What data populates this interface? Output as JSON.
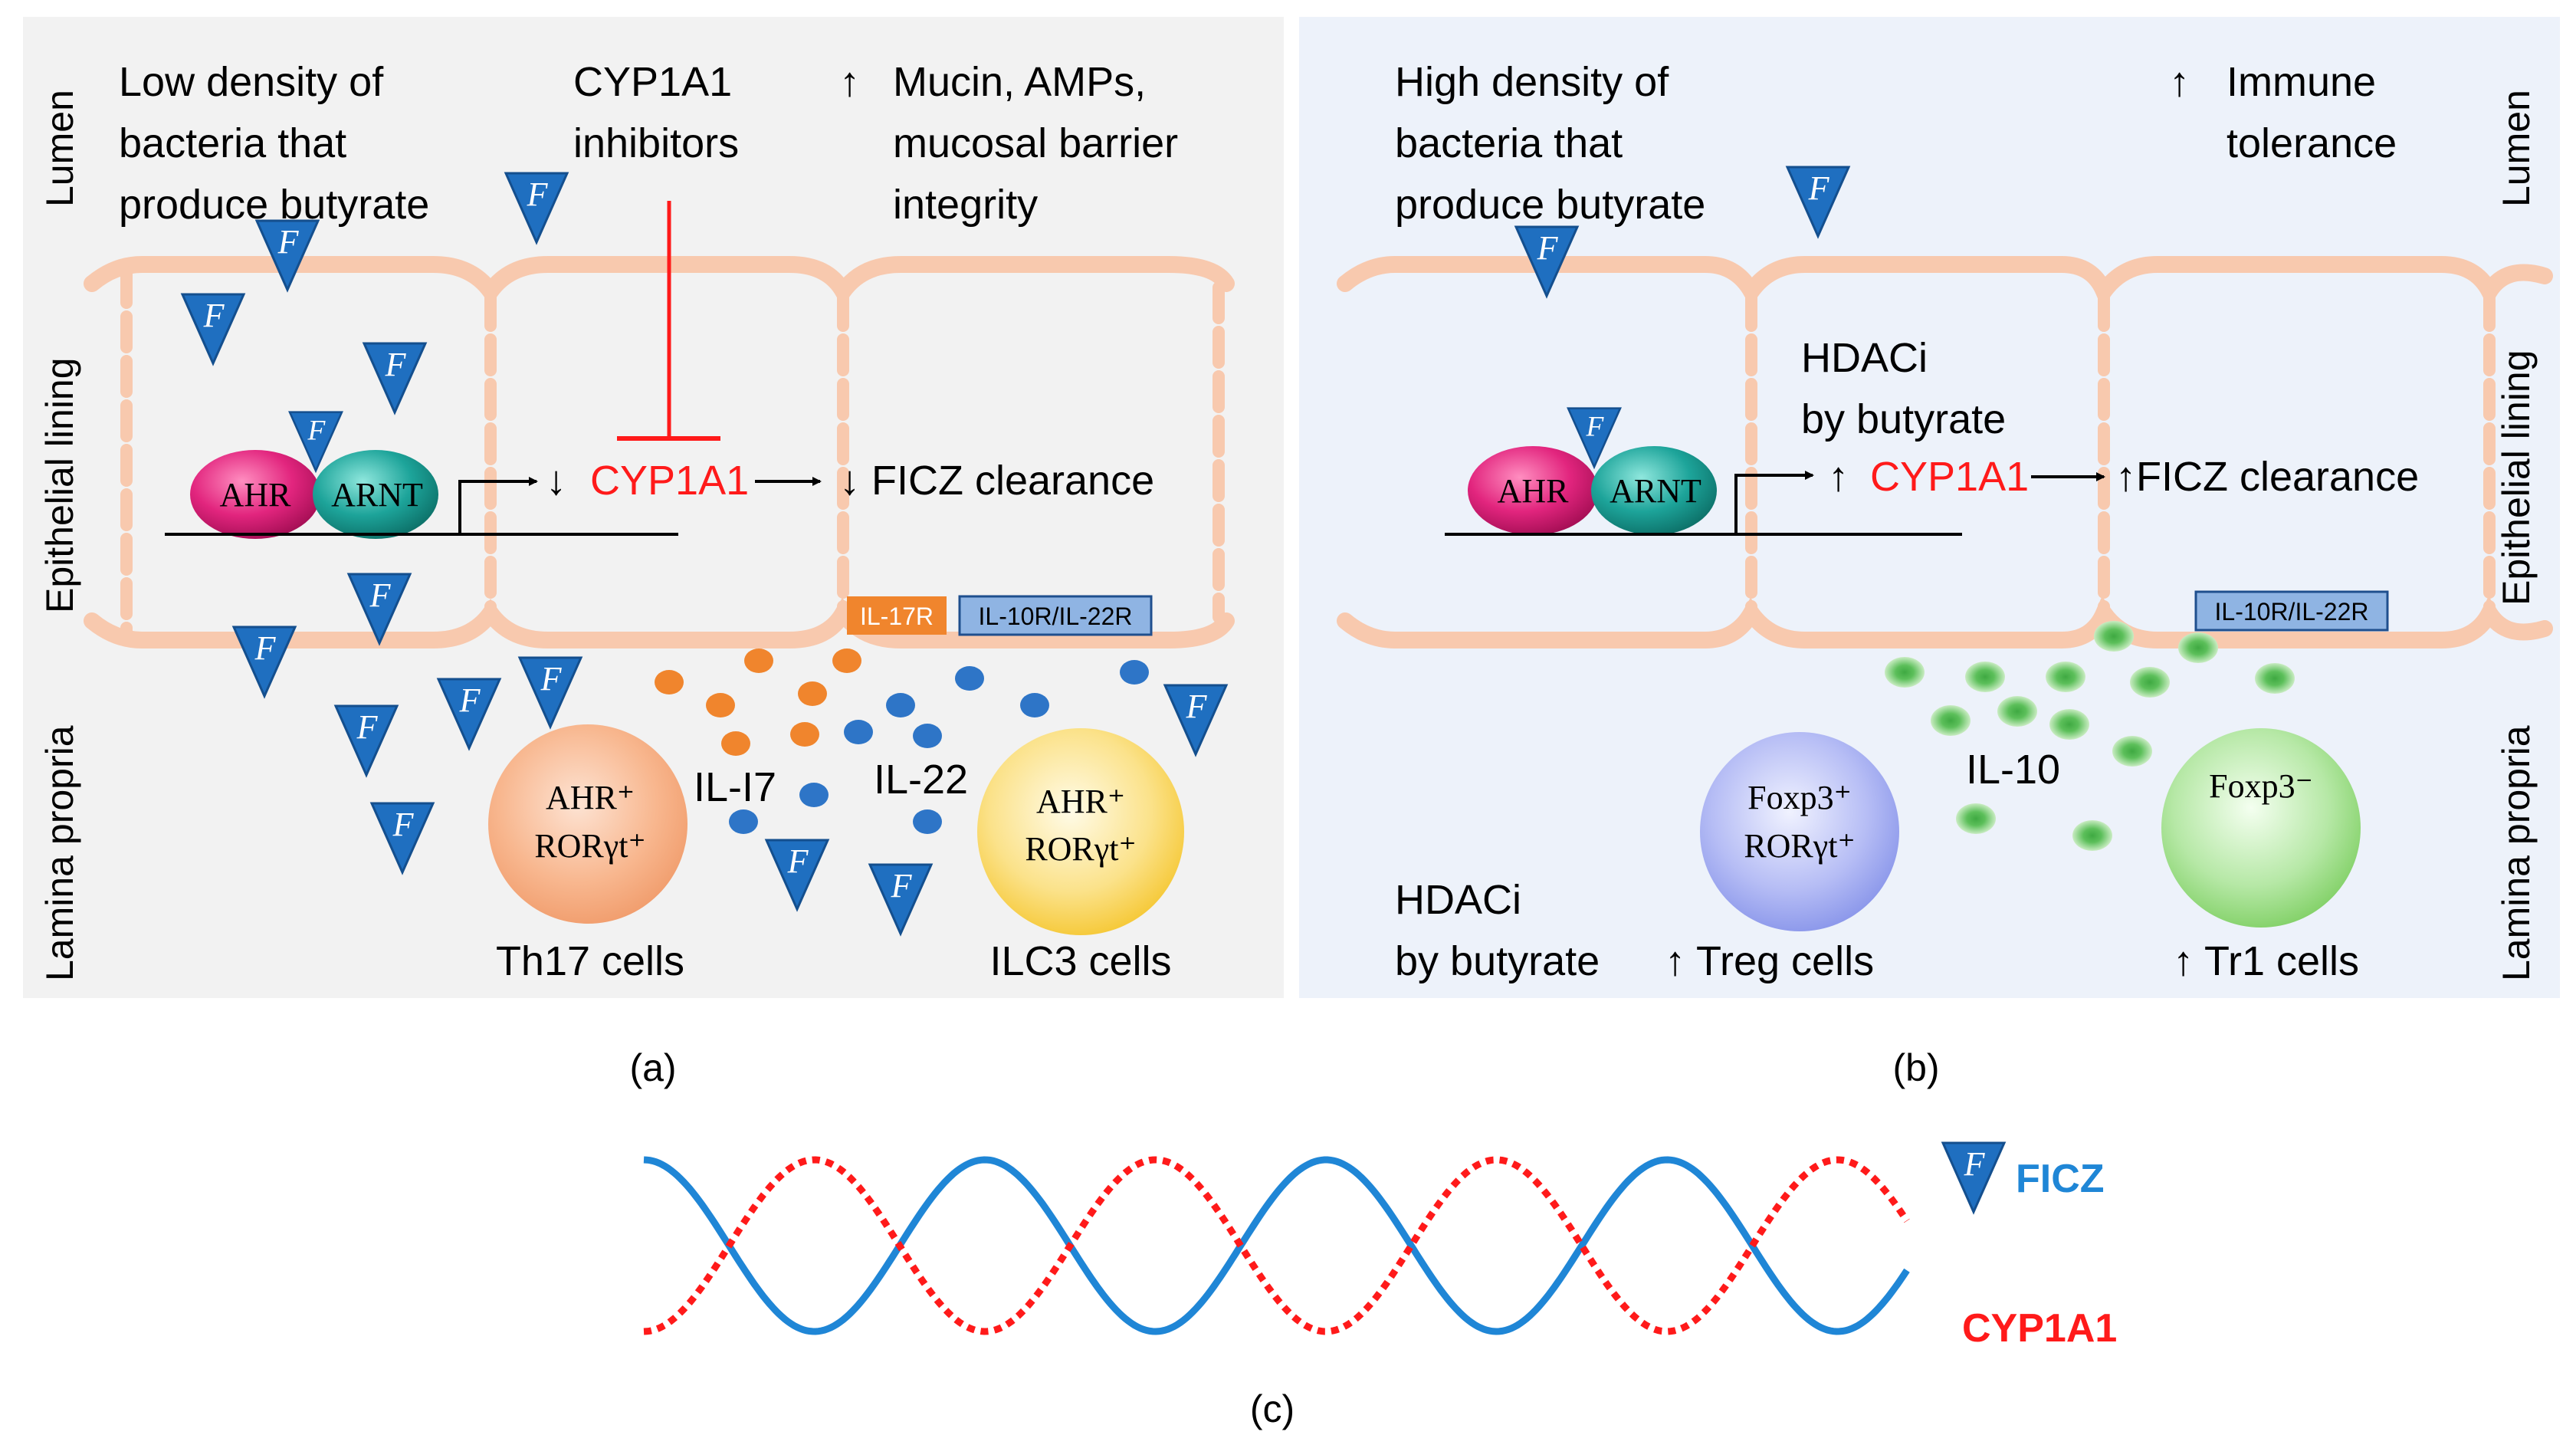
{
  "panel_a": {
    "lumen_label": "Lumen",
    "epithelial_label": "Epithelial lining",
    "lamina_label": "Lamina propria",
    "bacteria_text": [
      "Low density of",
      "bacteria that",
      "produce butyrate"
    ],
    "inhibitors_text": [
      "CYP1A1",
      "inhibitors"
    ],
    "barrier_arrow": "↑",
    "barrier_text": [
      "Mucin, AMPs,",
      "mucosal barrier",
      "integrity"
    ],
    "ahr": "AHR",
    "arnt": "ARNT",
    "down_arrow": "↓",
    "cyp1a1": "CYP1A1",
    "clearance": "↓ FICZ clearance",
    "receptor_17": "IL-17R",
    "receptor_10_22": "IL-10R/IL-22R",
    "il17": "IL-I7",
    "il22": "IL-22",
    "th17_cell": [
      "AHR⁺",
      "RORγt⁺"
    ],
    "th17_label": "Th17 cells",
    "ilc3_cell": [
      "AHR⁺",
      "RORγt⁺"
    ],
    "ilc3_label": "ILC3 cells",
    "caption": "(a)"
  },
  "panel_b": {
    "lumen_label": "Lumen",
    "epithelial_label": "Epithelial lining",
    "lamina_label": "Lamina propria",
    "bacteria_text": [
      "High density of",
      "bacteria that",
      "produce butyrate"
    ],
    "tolerance_arrow": "↑",
    "tolerance_text": [
      "Immune",
      "tolerance"
    ],
    "hdaci_top": [
      "HDACi",
      "by butyrate"
    ],
    "ahr": "AHR",
    "arnt": "ARNT",
    "up_arrow": "↑",
    "cyp1a1": "CYP1A1",
    "clearance": "↑FICZ clearance",
    "receptor_10_22": "IL-10R/IL-22R",
    "il10": "IL-10",
    "treg_cell": [
      "Foxp3⁺",
      "RORγt⁺"
    ],
    "treg_label": "↑ Treg cells",
    "tr1_cell": "Foxp3⁻",
    "tr1_label": "↑ Tr1 cells",
    "hdaci_bottom": [
      "HDACi",
      "by butyrate"
    ],
    "caption": "(b)"
  },
  "panel_c": {
    "ficz_label": "FICZ",
    "cyp_label": "CYP1A1",
    "caption": "(c)"
  },
  "icons": {
    "ficz_marker": "F"
  },
  "colors": {
    "panel_a_bg": "#f2f2f2",
    "panel_b_bg": "#edf2fa",
    "membrane": "#f8c9ae",
    "ficz_blue": "#1f6fc0",
    "cyp_red": "#ff1a1a",
    "il17_orange": "#f0852d",
    "il22_blue": "#2e75c7",
    "il10_green": "#3fa942",
    "th17_cell": "#f4a77c",
    "ilc3_cell": "#f9d64c",
    "treg_cell": "#98a4ef",
    "tr1_cell": "#8fd67b",
    "ahr": "#e2257e",
    "arnt": "#1da49a"
  }
}
